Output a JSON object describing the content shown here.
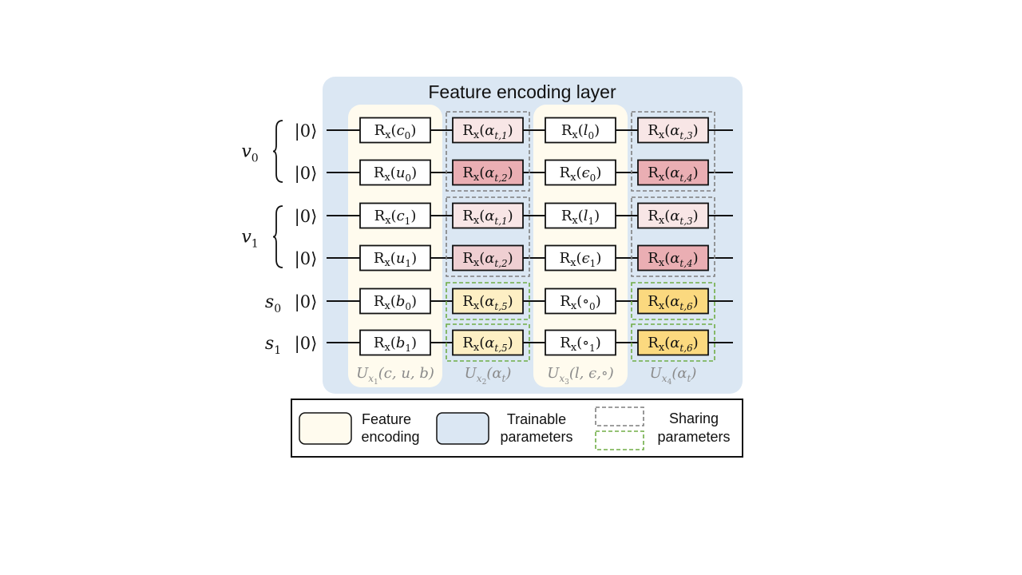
{
  "title": "Feature encoding layer",
  "colors": {
    "trainable_bg": "#dbe7f3",
    "encoding_bg": "#fffbee",
    "pink_light": "#f8e6e6",
    "pink_mid": "#efcfd2",
    "pink_dark": "#eaaeb3",
    "yellow_light": "#fdefc4",
    "yellow_dark": "#fbd97f",
    "gray_dash": "#7f7f7f",
    "green_dash": "#70ad47"
  },
  "qubits": [
    {
      "group": "v",
      "group_sub": "0",
      "ket": "|0⟩"
    },
    {
      "group": "v",
      "group_sub": "0",
      "ket": "|0⟩"
    },
    {
      "group": "v",
      "group_sub": "1",
      "ket": "|0⟩"
    },
    {
      "group": "v",
      "group_sub": "1",
      "ket": "|0⟩"
    },
    {
      "label": "s",
      "sub": "0",
      "ket": "|0⟩"
    },
    {
      "label": "s",
      "sub": "1",
      "ket": "|0⟩"
    }
  ],
  "groups": [
    {
      "label": "v",
      "sub": "0"
    },
    {
      "label": "v",
      "sub": "1"
    }
  ],
  "gate_prefix": "R",
  "gate_prefix_sub": "x",
  "columns": [
    {
      "kind": "encoding",
      "gates": [
        {
          "arg": "c",
          "sub": "0"
        },
        {
          "arg": "u",
          "sub": "0"
        },
        {
          "arg": "c",
          "sub": "1"
        },
        {
          "arg": "u",
          "sub": "1"
        },
        {
          "arg": "b",
          "sub": "0"
        },
        {
          "arg": "b",
          "sub": "1"
        }
      ],
      "label": {
        "U": "U",
        "sub": "x",
        "subsub": "1",
        "args": "(c, u, b)"
      }
    },
    {
      "kind": "trainable",
      "gates": [
        {
          "arg": "α",
          "sub": "t,1",
          "fill": "pink_light"
        },
        {
          "arg": "α",
          "sub": "t,2",
          "fill": "pink_dark"
        },
        {
          "arg": "α",
          "sub": "t,1",
          "fill": "pink_light"
        },
        {
          "arg": "α",
          "sub": "t,2",
          "fill": "pink_mid"
        },
        {
          "arg": "α",
          "sub": "t,5",
          "fill": "yellow_light"
        },
        {
          "arg": "α",
          "sub": "t,5",
          "fill": "yellow_light"
        }
      ],
      "label": {
        "U": "U",
        "sub": "x",
        "subsub": "2",
        "args": "(α",
        "argsub": "t",
        "close": ")"
      }
    },
    {
      "kind": "encoding",
      "gates": [
        {
          "arg": "l",
          "sub": "0"
        },
        {
          "arg": "ϵ",
          "sub": "0"
        },
        {
          "arg": "l",
          "sub": "1"
        },
        {
          "arg": "ϵ",
          "sub": "1"
        },
        {
          "arg": "∘",
          "sub": "0"
        },
        {
          "arg": "∘",
          "sub": "1"
        }
      ],
      "label": {
        "U": "U",
        "sub": "x",
        "subsub": "3",
        "args": "(l, ϵ,∘)"
      }
    },
    {
      "kind": "trainable",
      "gates": [
        {
          "arg": "α",
          "sub": "t,3",
          "fill": "pink_light"
        },
        {
          "arg": "α",
          "sub": "t,4",
          "fill": "pink_dark"
        },
        {
          "arg": "α",
          "sub": "t,3",
          "fill": "pink_light"
        },
        {
          "arg": "α",
          "sub": "t,4",
          "fill": "pink_dark"
        },
        {
          "arg": "α",
          "sub": "t,6",
          "fill": "yellow_dark"
        },
        {
          "arg": "α",
          "sub": "t,6",
          "fill": "yellow_dark"
        }
      ],
      "label": {
        "U": "U",
        "sub": "x",
        "subsub": "4",
        "args": "(α",
        "argsub": "t",
        "close": ")"
      }
    }
  ],
  "legend": {
    "encoding": [
      "Feature",
      "encoding"
    ],
    "trainable": [
      "Trainable",
      "parameters"
    ],
    "sharing": [
      "Sharing",
      "parameters"
    ]
  }
}
